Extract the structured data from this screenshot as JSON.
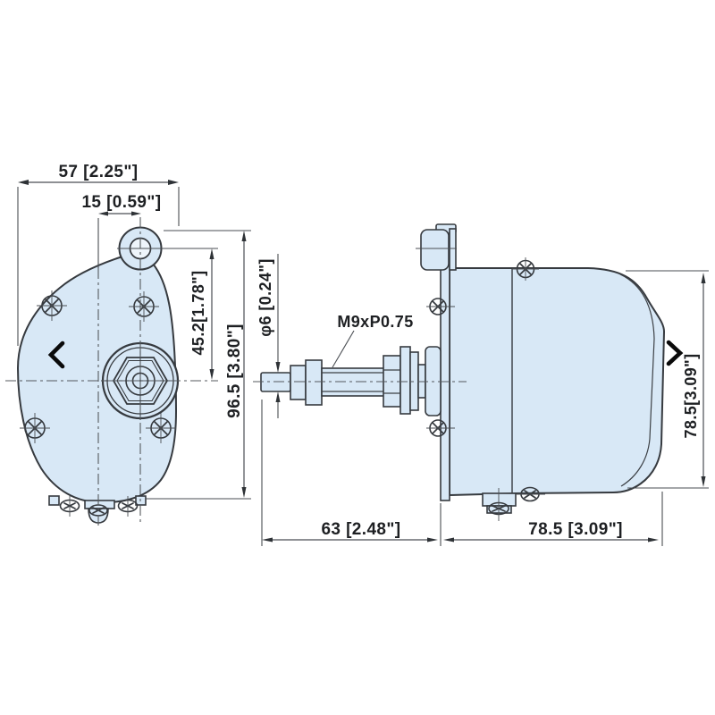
{
  "title": "wiper-motor-dimension-drawing",
  "colors": {
    "fill": "#d8e8f6",
    "line": "#363a3f",
    "dim_line": "#4a4e53",
    "text": "#1e2023",
    "chevron": "#0a0a0a",
    "background": "#ffffff"
  },
  "front_view": {
    "dim_width": "57 [2.25\"]",
    "dim_hole_offset": "15 [0.59\"]",
    "dim_hole_to_axis": "45.2[1.78\"]",
    "dim_height": "96.5 [3.80\"]"
  },
  "side_view": {
    "dim_shaft_diameter": "φ6 [0.24\"]",
    "thread_spec": "M9xP0.75",
    "dim_body_height": "78.5[3.09\"]",
    "dim_shaft_length": "63 [2.48\"]",
    "dim_body_length": "78.5 [3.09\"]"
  },
  "carousel": {
    "prev_icon": "chevron-left",
    "next_icon": "chevron-right"
  }
}
